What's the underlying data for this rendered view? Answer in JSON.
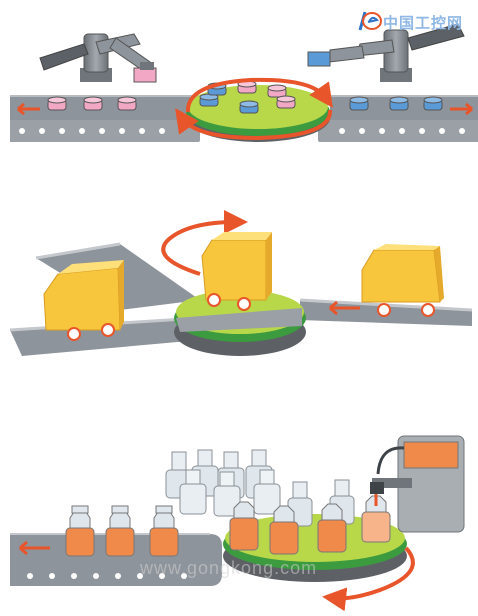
{
  "logo": {
    "text": "中国工控网",
    "icon": "ie-logo-icon"
  },
  "watermark": {
    "text": "www.gongkong.com"
  },
  "scenes": [
    {
      "name": "robot-arm-rotary-transfer",
      "objects": [
        "two robotic arms",
        "pink discs",
        "blue discs",
        "rotary table"
      ],
      "icons": [
        "robot-arm-icon",
        "rotation-arrow-icon",
        "conveyor-arrow-icon"
      ]
    },
    {
      "name": "carriage-turntable",
      "objects": [
        "yellow carriages",
        "rails",
        "turntable"
      ],
      "icons": [
        "rotation-arrow-icon",
        "conveyor-arrow-icon"
      ]
    },
    {
      "name": "bottle-filling-turntable",
      "objects": [
        "empty bottles",
        "filled bottles",
        "filling machine",
        "turntable"
      ],
      "icons": [
        "filler-nozzle-icon",
        "rotation-arrow-icon",
        "conveyor-arrow-icon"
      ]
    }
  ],
  "colors": {
    "belt": "#8e949b",
    "belt_dark": "#6f757b",
    "roller": "#ffffff",
    "arrow_red": "#e8552a",
    "table_green": "#b8d84a",
    "table_dark_green": "#3c9a3f",
    "table_base": "#5d6166",
    "pink": "#f2a8c4",
    "blue": "#5a9ad6",
    "robot": "#7c8288",
    "carriage": "#f8c63c",
    "carriage_dark": "#e5a92c",
    "bottle_empty": "#dfe6ec",
    "bottle_fill": "#f08a4b",
    "machine": "#a9aeb3",
    "machine_panel": "#f08a4b"
  }
}
